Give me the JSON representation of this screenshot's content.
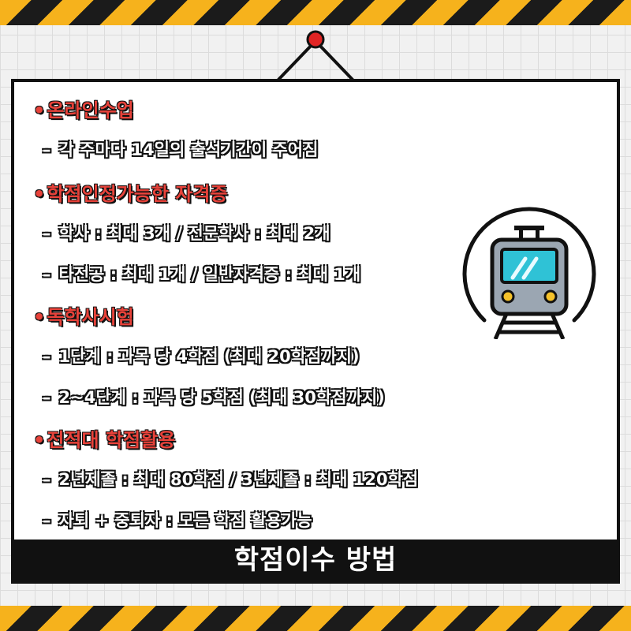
{
  "title": "학점이수 방법",
  "sections": [
    {
      "header": "온라인수업",
      "items": [
        "각 주마다 14일의 출석기간이 주어짐"
      ]
    },
    {
      "header": "학점인정가능한 자격증",
      "items": [
        "학사 : 최대 3개 / 전문학사 : 최대 2개",
        "타전공 : 최대 1개 / 일반자격증 : 최대 1개"
      ]
    },
    {
      "header": "독학사시험",
      "items": [
        "1단계 : 과목 당 4학점 (최대 20학점까지)",
        "2~4단계 : 과목 당 5학점 (최대 30학점까지)"
      ]
    },
    {
      "header": "전적대 학점활용",
      "items": [
        "2년제졸 : 최대 80학점 / 3년제졸 : 최대 120학점",
        "자퇴 + 중퇴자 : 모든 학점 활용가능"
      ]
    }
  ],
  "symbols": {
    "bullet": "•",
    "dash": "–"
  },
  "icon": "train-icon",
  "colors": {
    "header": "#e8423a",
    "stripe_yellow": "#f6b21c",
    "stripe_black": "#1b1b1b",
    "train_body": "#9ba6b2",
    "train_window": "#2fc2d6"
  }
}
